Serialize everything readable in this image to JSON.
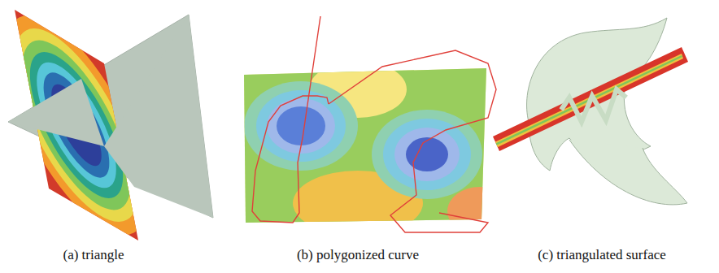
{
  "diagram": {
    "labels": [
      "(a) triangle",
      "(b) polygonized curve",
      "(c) triangulated surface"
    ]
  }
}
